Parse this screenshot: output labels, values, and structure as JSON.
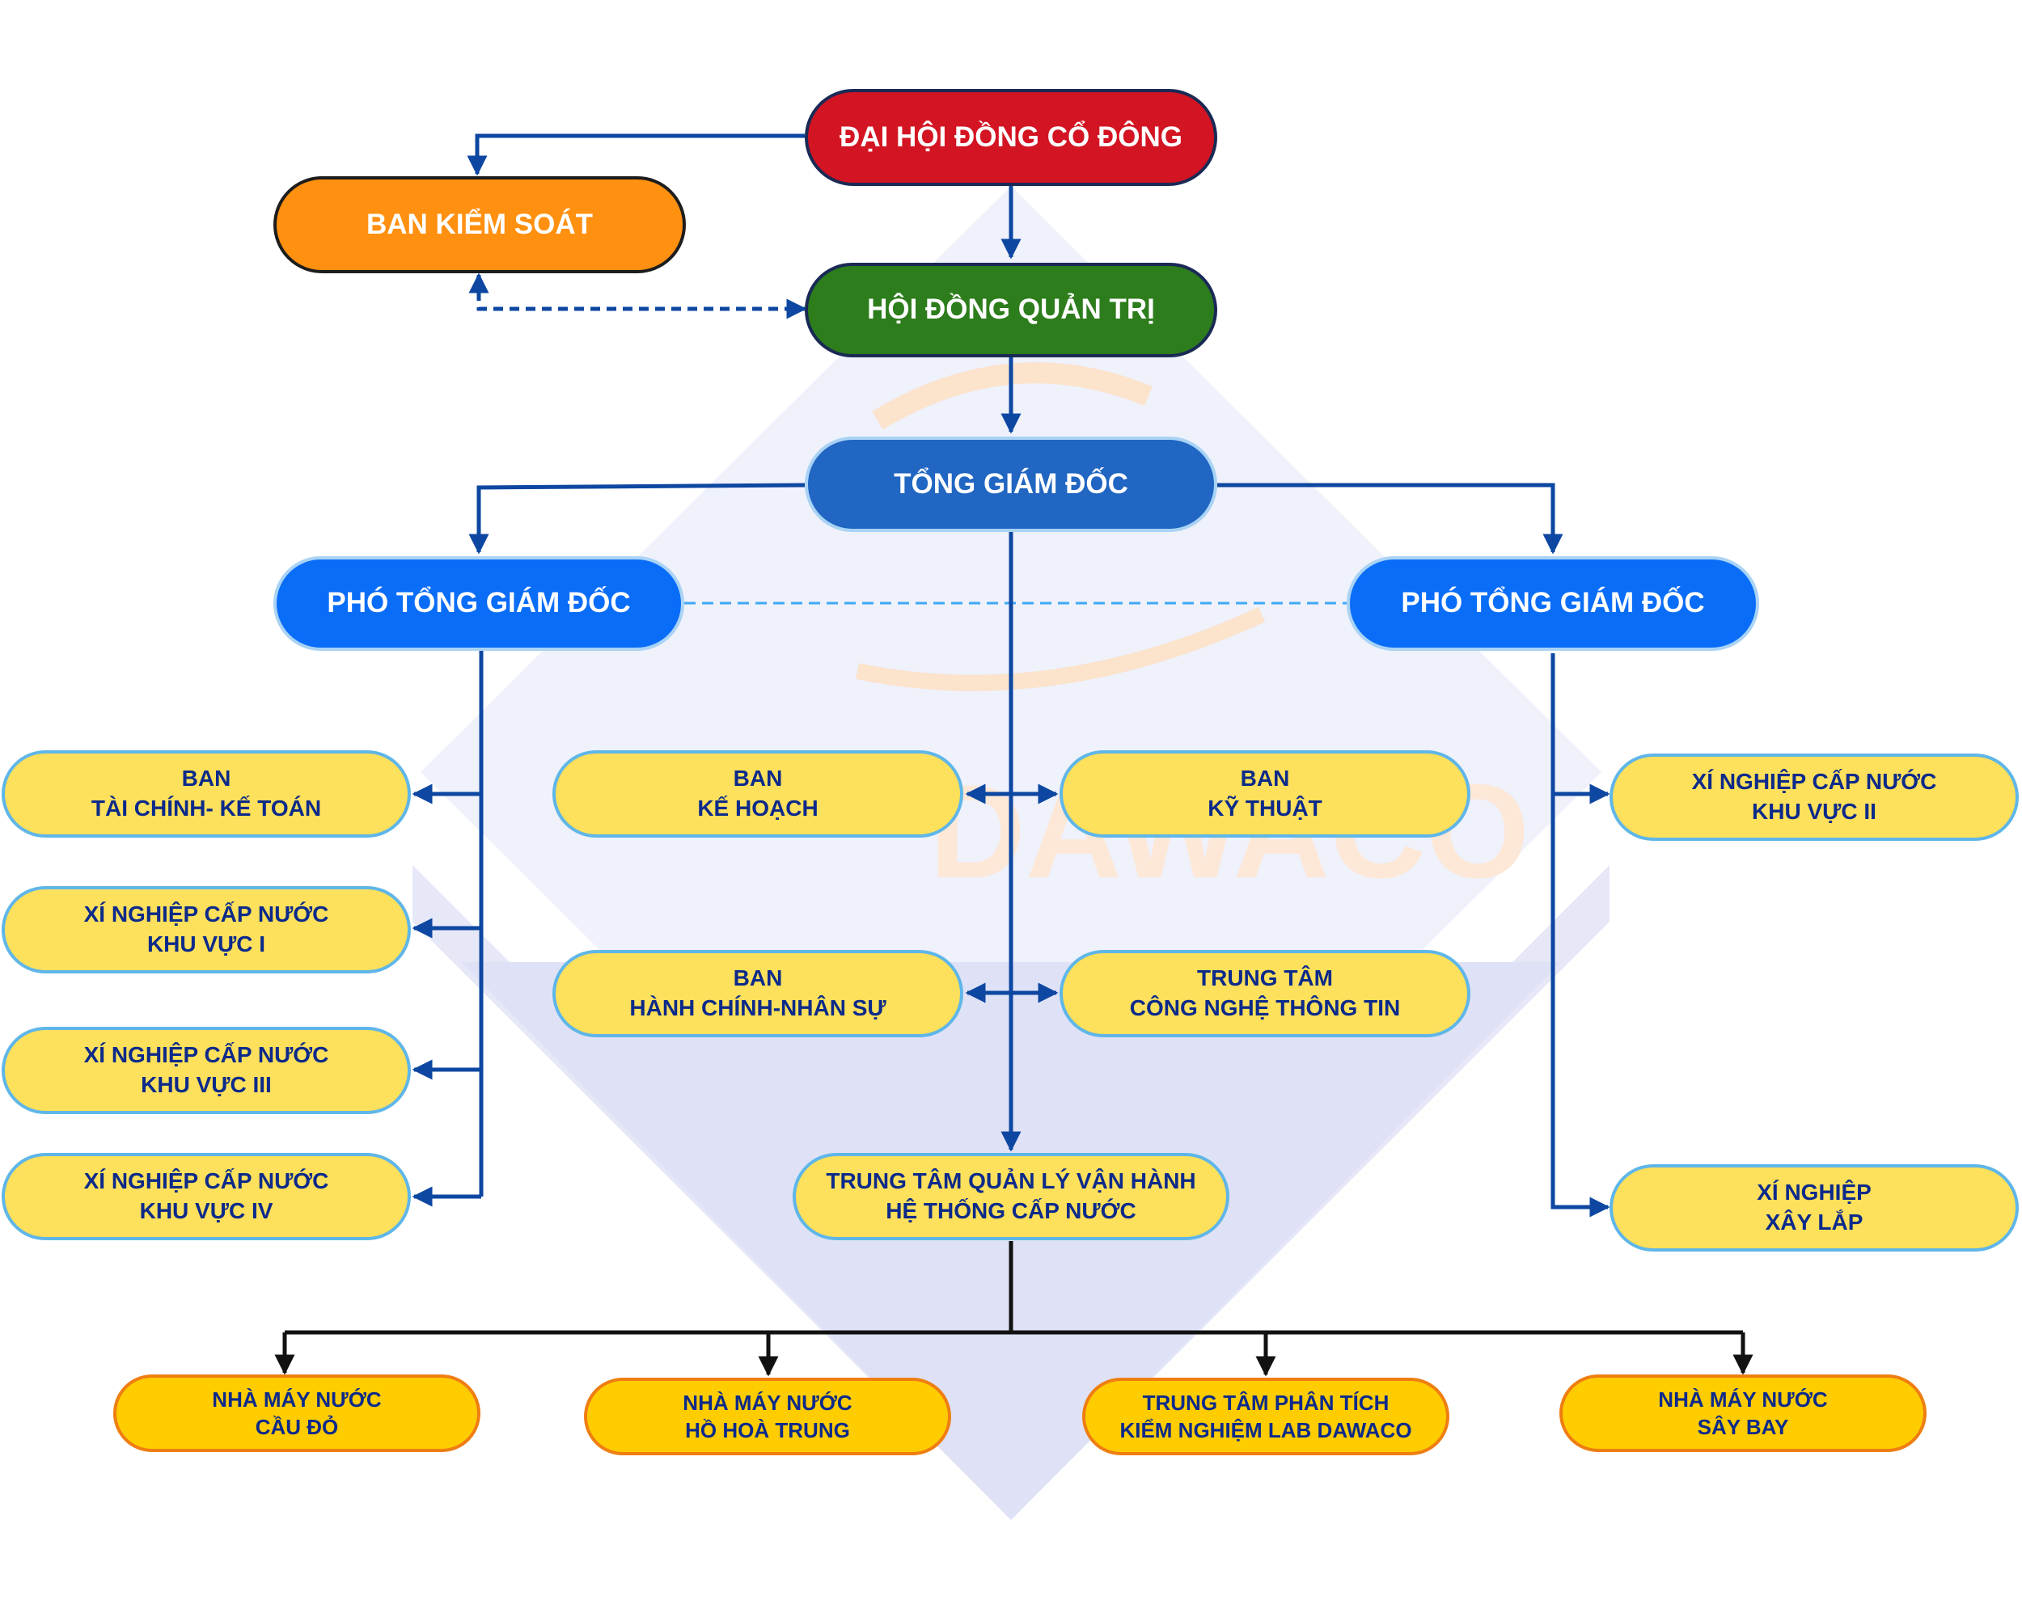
{
  "nodes": {
    "general_meeting": "ĐẠI HỘI ĐỒNG CỔ ĐÔNG",
    "supervisory_board": "BAN KIỂM SOÁT",
    "board_of_directors": "HỘI ĐỒNG QUẢN TRỊ",
    "general_director": "TỔNG GIÁM ĐỐC",
    "deputy_left": "PHÓ TỔNG GIÁM ĐỐC",
    "deputy_right": "PHÓ TỔNG GIÁM ĐỐC",
    "finance": {
      "line1": "BAN",
      "line2": "TÀI CHÍNH- KẾ TOÁN"
    },
    "planning": {
      "line1": "BAN",
      "line2": "KẾ HOẠCH"
    },
    "technical": {
      "line1": "BAN",
      "line2": "KỸ THUẬT"
    },
    "water_region_2": {
      "line1": "XÍ NGHIỆP CẤP NƯỚC",
      "line2": "KHU VỰC II"
    },
    "water_region_1": {
      "line1": "XÍ NGHIỆP CẤP NƯỚC",
      "line2": "KHU VỰC I"
    },
    "admin_hr": {
      "line1": "BAN",
      "line2": "HÀNH CHÍNH-NHÂN SỰ"
    },
    "it_center": {
      "line1": "TRUNG TÂM",
      "line2": "CÔNG NGHỆ THÔNG TIN"
    },
    "water_region_3": {
      "line1": "XÍ NGHIỆP CẤP NƯỚC",
      "line2": "KHU VỰC III"
    },
    "water_region_4": {
      "line1": "XÍ NGHIỆP CẤP NƯỚC",
      "line2": "KHU VỰC IV"
    },
    "operations_center": {
      "line1": "TRUNG TÂM QUẢN LÝ VẬN HÀNH",
      "line2": "HỆ THỐNG CẤP NƯỚC"
    },
    "construction": {
      "line1": "XÍ NGHIỆP",
      "line2": "XÂY LẮP"
    },
    "plant_cau_do": {
      "line1": "NHÀ MÁY NƯỚC",
      "line2": "CẦU ĐỎ"
    },
    "plant_ho_hoa_trung": {
      "line1": "NHÀ MÁY NƯỚC",
      "line2": "HỒ HOÀ TRUNG"
    },
    "lab_center": {
      "line1": "TRUNG TÂM PHÂN TÍCH",
      "line2": "KIỂM NGHIỆM LAB DAWACO"
    },
    "plant_say_bay": {
      "line1": "NHÀ MÁY NƯỚC",
      "line2": "SÂY BAY"
    }
  },
  "watermark": "DAWACO",
  "colors": {
    "top_red": "#d31422",
    "board_green": "#2d7d1c",
    "supervisory_orange": "#ff9010",
    "director_blue": "#2066c2",
    "deputy_blue": "#0a6df7",
    "unit_yellow": "#fde05b",
    "plant_gold": "#ffcc00",
    "connector": "#0d47a1",
    "text_blue": "#0c2a8a"
  }
}
